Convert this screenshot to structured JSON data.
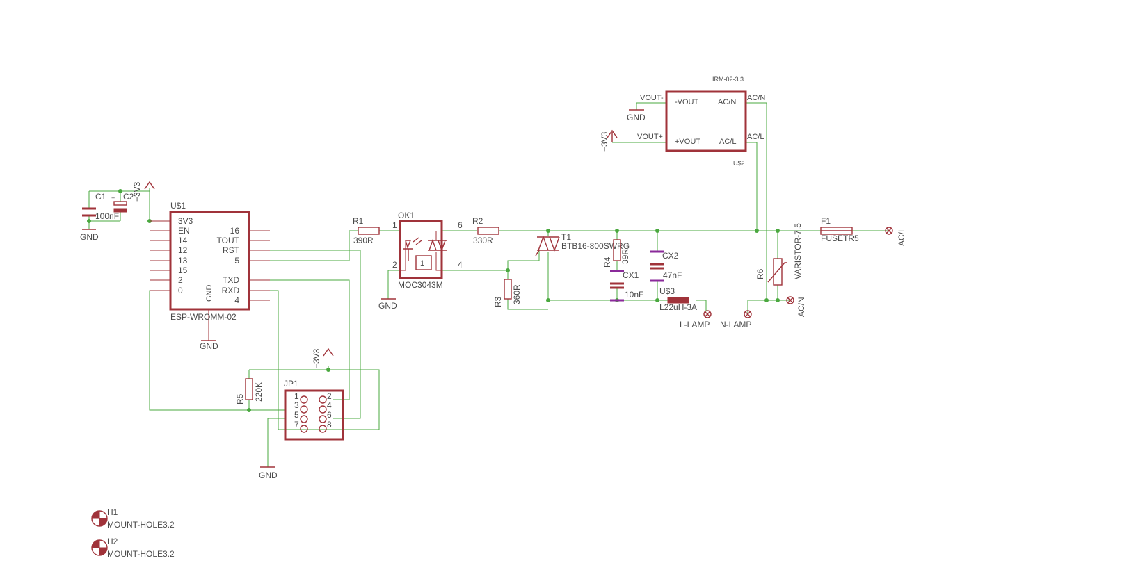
{
  "u1": {
    "name": "U$1",
    "value": "ESP-WROMM-02",
    "left_pins": [
      "3V3",
      "EN",
      "14",
      "12",
      "13",
      "15",
      "2",
      "0"
    ],
    "right_pins": [
      "16",
      "TOUT",
      "RST",
      "5",
      "TXD",
      "RXD",
      "4"
    ],
    "gnd_pin": "GND"
  },
  "u2": {
    "name": "U$2",
    "value": "IRM-02-3.3",
    "pins": {
      "vout_minus": "-VOUT",
      "vout_plus": "+VOUT",
      "acn": "AC/N",
      "acl": "AC/L"
    },
    "pad_labels": {
      "vout_minus": "VOUT-",
      "vout_plus": "VOUT+",
      "acn": "AC/N",
      "acl": "AC/L"
    }
  },
  "u3": {
    "name": "U$3",
    "value": "L22uH-3A"
  },
  "ok1": {
    "name": "OK1",
    "value": "MOC3043M",
    "pin_numbers": [
      "1",
      "2",
      "6",
      "4"
    ],
    "inner_label": "1"
  },
  "t1": {
    "name": "T1",
    "value": "BTB16-800SWRG"
  },
  "jp1": {
    "name": "JP1",
    "pins": [
      "1",
      "2",
      "3",
      "4",
      "5",
      "6",
      "7",
      "8"
    ]
  },
  "resistors": {
    "r1": {
      "name": "R1",
      "value": "390R"
    },
    "r2": {
      "name": "R2",
      "value": "330R"
    },
    "r3": {
      "name": "R3",
      "value": "360R"
    },
    "r4": {
      "name": "R4",
      "value": "39R"
    },
    "r5": {
      "name": "R5",
      "value": "220K"
    },
    "r6": {
      "name": "R6",
      "value": "VARISTOR-7,5"
    }
  },
  "capacitors": {
    "c1": {
      "name": "C1",
      "value": "100nF"
    },
    "c2": {
      "name": "C2"
    },
    "cx1": {
      "name": "CX1",
      "value": "10nF"
    },
    "cx2": {
      "name": "CX2",
      "value": "47nF"
    }
  },
  "fuse": {
    "name": "F1",
    "value": "FUSETR5"
  },
  "supplies": {
    "gnd": "GND",
    "v33": "+3V3"
  },
  "connectors": {
    "acl": "AC/L",
    "acn": "AC/N",
    "llamp": "L-LAMP",
    "nlamp": "N-LAMP"
  },
  "holes": [
    {
      "name": "H1",
      "value": "MOUNT-HOLE3.2"
    },
    {
      "name": "H2",
      "value": "MOUNT-HOLE3.2"
    }
  ],
  "colors": {
    "wire": "#4aa83f",
    "component": "#a0333a",
    "capacitor": "#8a2a9a",
    "text": "#4a4a4a"
  }
}
